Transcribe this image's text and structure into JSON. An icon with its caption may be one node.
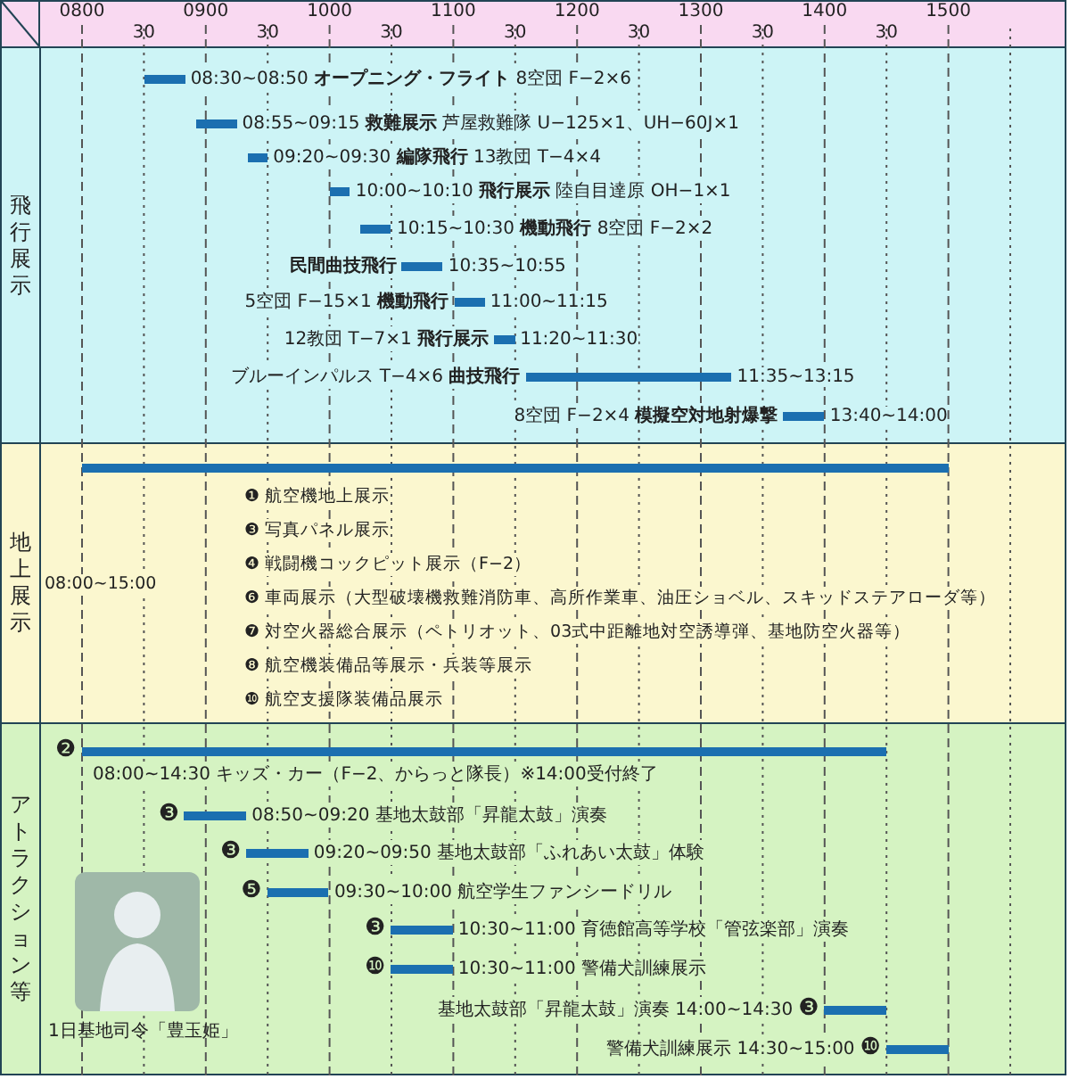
{
  "diagram": {
    "nodes": [
      {
        "text": [
          "飛行展示"
        ]
      },
      {
        "text": [
          "08:30~08:50 **オープニング・フライト** 8空団 F−2×6"
        ],
        "in": 0
      },
      {
        "text": [
          "08:55~09:15 **救難展示** 芦屋救難隊 U−125×1、UH−60J×1"
        ],
        "in": 0
      },
      {
        "text": [
          "09:20~09:30 **編隊飛行** 13教団 T−4×4"
        ],
        "in": 0
      },
      {
        "text": [
          "10:00~10:10 **飛行展示** 陸自目達原 OH−1×1"
        ],
        "in": 0
      },
      {
        "text": [
          "10:15~10:30 **機動飛行** 8空団 F−2×2"
        ],
        "in": 0
      },
      {
        "text": [
          "**民間曲技飛行**",
          "10:35~10:55"
        ],
        "in": 0
      },
      {
        "text": [
          "5空団 F−15×1 **機動飛行**",
          "11:00~11:15"
        ],
        "in": 0
      },
      {
        "text": [
          "12教団 T−7×1 **飛行展示**",
          "11:20~11:30"
        ],
        "in": 0
      },
      {
        "text": [
          "ブルーインパルス T−4×6 **曲技飛行**",
          "11:35~13:15"
        ],
        "in": 0
      },
      {
        "text": [
          "8空団 F−2×4 **模擬空対地射爆撃**",
          "13:40~14:00"
        ],
        "in": 0
      },
      {
        "text": [
          "地上展示"
        ]
      },
      {
        "text": [],
        "shape": "bar",
        "in": 11
      },
      {
        "text": [
          "アトラクション等"
        ]
      },
      {
        "text": [
          "❷",
          "08:00~14:30 キッズ・カー（F−2、からっと隊長）※14:00受付終了"
        ],
        "in": 13
      },
      {
        "text": [
          "❸",
          "08:50~09:20 基地太鼓部「昇龍太鼓」演奏"
        ],
        "in": 13
      },
      {
        "text": [
          "❸",
          "09:20~09:50 基地太鼓部「ふれあい太鼓」体験"
        ],
        "in": 13
      },
      {
        "text": [
          "❺",
          "09:30~10:00 航空学生ファンシードリル"
        ],
        "in": 13
      },
      {
        "text": [
          "❸",
          "10:30~11:00 育徳館高等学校「管弦楽部」演奏"
        ],
        "in": 13
      },
      {
        "text": [
          "❿",
          "10:30~11:00 警備犬訓練展示"
        ],
        "in": 13
      },
      {
        "text": [
          "基地太鼓部「昇龍太鼓」演奏 14:00~14:30",
          "❸"
        ],
        "in": 13
      },
      {
        "text": [
          "警備犬訓練展示 14:30~15:00",
          "❿"
        ],
        "in": 13
      },
      {
        "text": [],
        "shape": "picture",
        "in": 13,
        "beside": [
          "1日基地司令「豊玉姫」"
        ]
      }
    ],
    "labels": [
      "0800",
      "0900",
      "1000",
      "1100",
      "1200",
      "1300",
      "1400",
      "1500",
      "30",
      "30",
      "30",
      "30",
      "30",
      "30",
      "30",
      "❶ 航空機地上展示",
      "❸ 写真パネル展示",
      "❹ 戦闘機コックピット展示（F−2）",
      "08:00~15:00",
      "❻ 車両展示（大型破壊機救難消防車、高所作業車、油圧ショベル、スキッドステアローダ等）",
      "❼ 対空火器総合展示（ペトリオット、03式中距離地対空誘導弾、基地防空火器等）",
      "❽ 航空機装備品等展示・兵装等展示",
      "❿ 航空支援隊装備品展示"
    ]
  }
}
